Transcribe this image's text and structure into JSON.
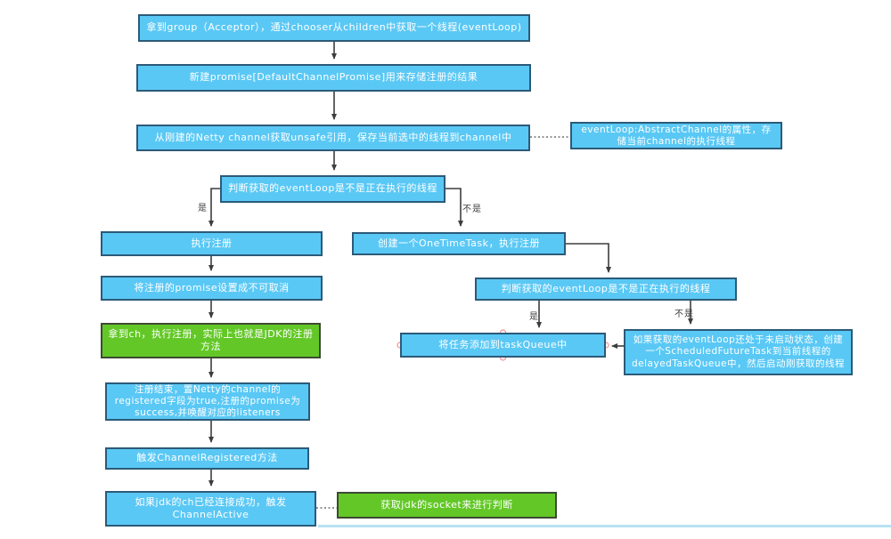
{
  "diagram": {
    "colors": {
      "process_fill": "#5ac8f5",
      "process_border": "#2c5a78",
      "highlight_fill": "#63c827",
      "highlight_border": "#3d4a33",
      "connector": "#3d3d3d",
      "selection_handle_ring": "#f49090",
      "bottom_line": "#b9e2f4",
      "text": "#ffffff",
      "edge_label_text": "#3d3d3d"
    },
    "nodes": {
      "get_group": "拿到group（Acceptor），通过chooser从children中获取一个线程(eventLoop)",
      "new_promise": "新建promise[DefaultChannelPromise]用来存储注册的结果",
      "get_unsafe": "从刚建的Netty channel获取unsafe引用，保存当前选中的线程到channel中",
      "eventloop_note": "eventLoop:AbstractChannel的属性，存储当前channel的执行线程",
      "check_eventloop_1": "判断获取的eventLoop是不是正在执行的线程",
      "do_register": "执行注册",
      "one_time_task": "创建一个OneTimeTask，执行注册",
      "promise_uncancellable": "将注册的promise设置成不可取消",
      "check_eventloop_2": "判断获取的eventLoop是不是正在执行的线程",
      "jdk_register": "拿到ch，执行注册，实际上也就是JDK的注册方法",
      "add_taskqueue": "将任务添加到taskQueue中",
      "not_started": "如果获取的eventLoop还处于未启动状态，创建一个ScheduledFutureTask到当前线程的delayedTaskQueue中，然后启动刚获取的线程",
      "register_done": "注册结束，置Netty的channel的registered字段为true,注册的promise为success,并唤醒对应的listeners",
      "fire_registered": "触发ChannelRegistered方法",
      "fire_active": "如果jdk的ch已经连接成功，触发ChannelActive",
      "socket_check": "获取jdk的socket来进行判断"
    },
    "edge_labels": {
      "yes1": "是",
      "no1": "不是",
      "yes2": "是",
      "no2": "不是"
    }
  }
}
